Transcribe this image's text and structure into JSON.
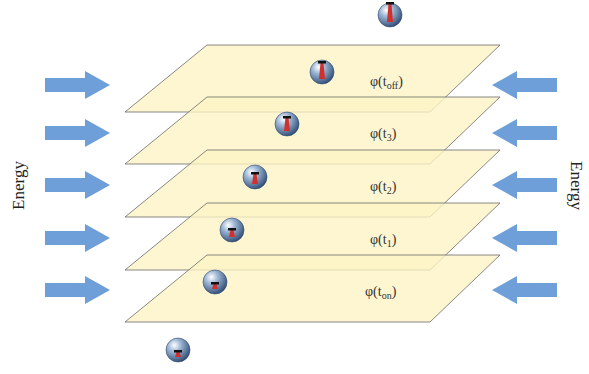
{
  "diagram": {
    "nodes": [
      {
        "text": [
          "φ(toff)"
        ]
      },
      {
        "text": [
          "φ(t3)"
        ]
      },
      {
        "text": [
          "φ(t2)"
        ]
      },
      {
        "text": [
          "φ(t1)"
        ]
      },
      {
        "text": [
          "φ(ton)"
        ]
      }
    ],
    "labels": [
      "Energy",
      "Energy"
    ]
  }
}
